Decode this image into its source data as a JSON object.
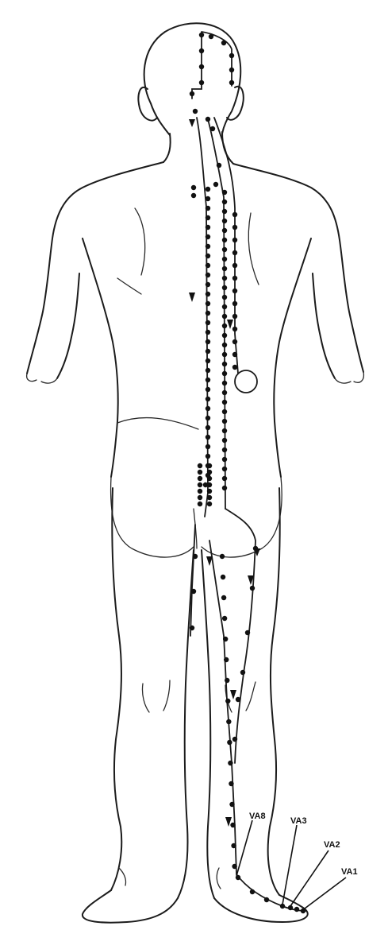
{
  "labels": [
    "VA8",
    "VA3",
    "VA2",
    "VA1"
  ]
}
